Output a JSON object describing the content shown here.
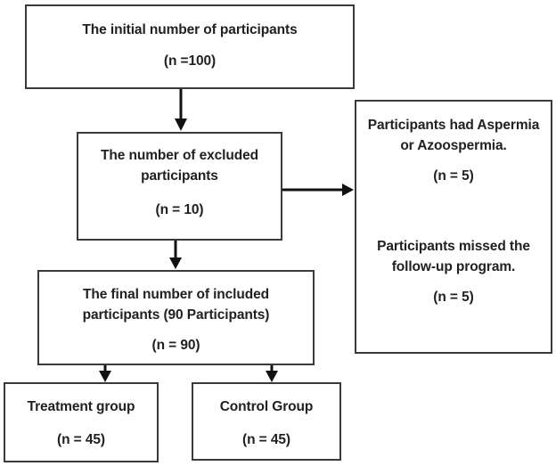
{
  "boxes": {
    "initial": {
      "lines": [
        "The initial number of participants"
      ],
      "n": "(n =100)"
    },
    "excluded": {
      "lines": [
        "The number of excluded",
        "participants"
      ],
      "n": "(n = 10)"
    },
    "exclusion_reasons": {
      "reason1": {
        "lines": [
          "Participants had Aspermia",
          "or Azoospermia."
        ],
        "n": "(n = 5)"
      },
      "reason2": {
        "lines": [
          "Participants missed the",
          "follow-up program."
        ],
        "n": "(n = 5)"
      }
    },
    "included": {
      "lines": [
        "The final number of included",
        "participants (90 Participants)"
      ],
      "n": "(n = 90)"
    },
    "treatment": {
      "lines": [
        "Treatment group"
      ],
      "n": "(n = 45)"
    },
    "control": {
      "lines": [
        "Control Group"
      ],
      "n": "(n = 45)"
    }
  },
  "colors": {
    "background": "#ffffff",
    "box_border": "#3a3a3a",
    "text": "#212121",
    "arrow": "#111111"
  }
}
